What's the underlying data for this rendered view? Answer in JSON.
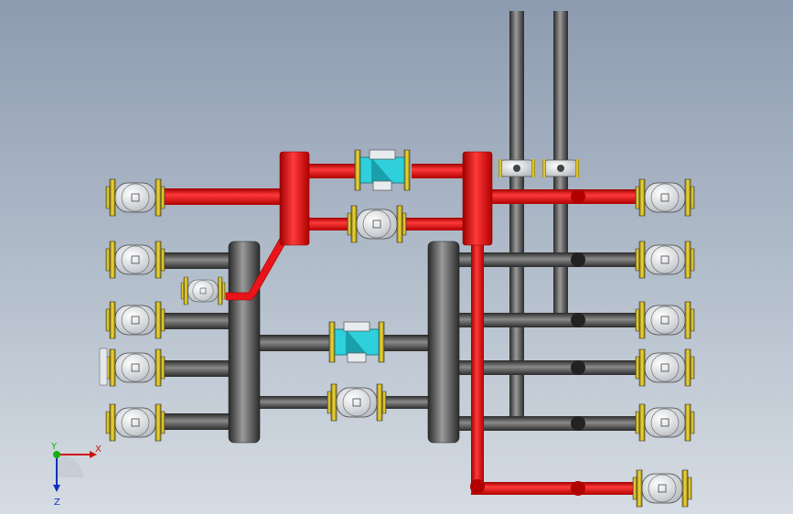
{
  "viewport": {
    "background_top": "#8d9bb0",
    "background_bottom": "#d6dce3"
  },
  "colors": {
    "hot_pipe": "#e8141a",
    "grey_pipe": "#4a4a4a",
    "valve_body": "#e6e9ec",
    "flange": "#e3c51d",
    "strainer": "#2fd0dc"
  },
  "triad": {
    "x_label": "X",
    "y_label": "Y",
    "z_label": "Z"
  },
  "icons": [
    "gate-valve-icon",
    "check-valve-icon",
    "strainer-icon",
    "ball-valve-icon",
    "axis-triad-icon"
  ]
}
